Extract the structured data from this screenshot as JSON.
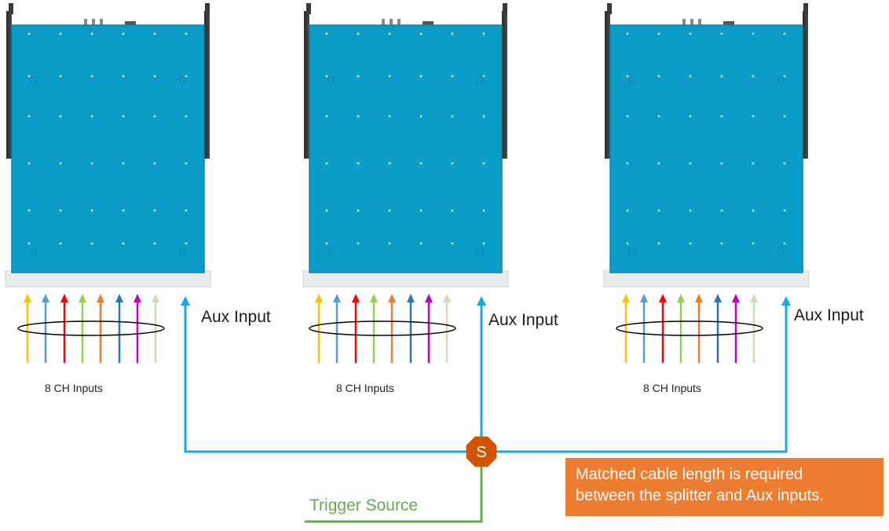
{
  "colors": {
    "chassis": "#0b9cc7",
    "chassis_edge": "#0a86ab",
    "aux_line": "#1aa7e6",
    "splitter": "#d35400",
    "trigger_line": "#6aa84f",
    "note_bg": "#ed7d31",
    "channel_colors": [
      "#ffc000",
      "#5b9bd5",
      "#ff0000",
      "#92d050",
      "#ed7d31",
      "#2e75b6",
      "#c000c0",
      "#c5e0b4"
    ]
  },
  "units": [
    {
      "aux_label": "Aux Input",
      "inputs_label": "8 CH Inputs"
    },
    {
      "aux_label": "Aux Input",
      "inputs_label": "8 CH Inputs"
    },
    {
      "aux_label": "Aux Input",
      "inputs_label": "8 CH Inputs"
    }
  ],
  "splitter": {
    "label": "S"
  },
  "trigger": {
    "label": "Trigger Source"
  },
  "note": {
    "line1": "Matched cable length is required",
    "line2": "between the splitter and Aux inputs."
  }
}
